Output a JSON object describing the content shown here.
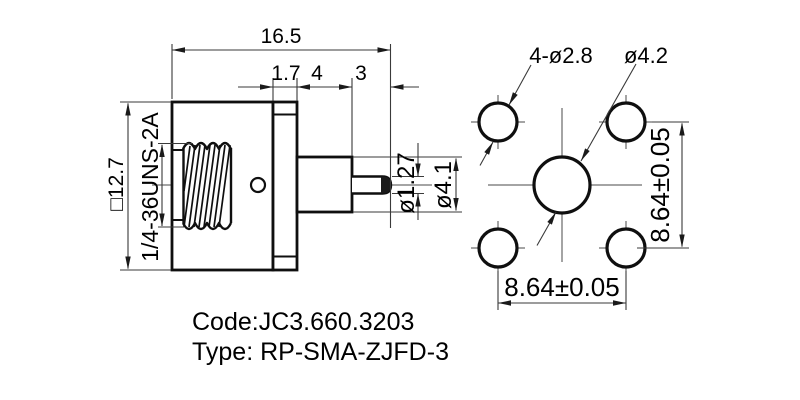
{
  "side_view": {
    "dim_overall_length": "16.5",
    "dim_flange_thickness": "1.7",
    "dim_shaft_length": "4",
    "dim_pin_length": "3",
    "dim_flange_square": "□12.7",
    "thread_spec": "1/4-36UNS-2A",
    "dim_pin_diameter": "ø1.27",
    "dim_shaft_diameter": "ø4.1"
  },
  "front_view": {
    "dim_mounting_holes": "4-ø2.8",
    "dim_center_hole": "ø4.2",
    "dim_hole_spacing_horizontal": "8.64±0.05",
    "dim_hole_spacing_vertical": "8.64±0.05"
  },
  "footer": {
    "code_line": "Code:JC3.660.3203",
    "type_line": "Type: RP-SMA-ZJFD-3"
  },
  "colors": {
    "outline": "#0f0f0f",
    "thin_line": "#3a3a3a",
    "text": "#000000",
    "background": "#ffffff"
  }
}
